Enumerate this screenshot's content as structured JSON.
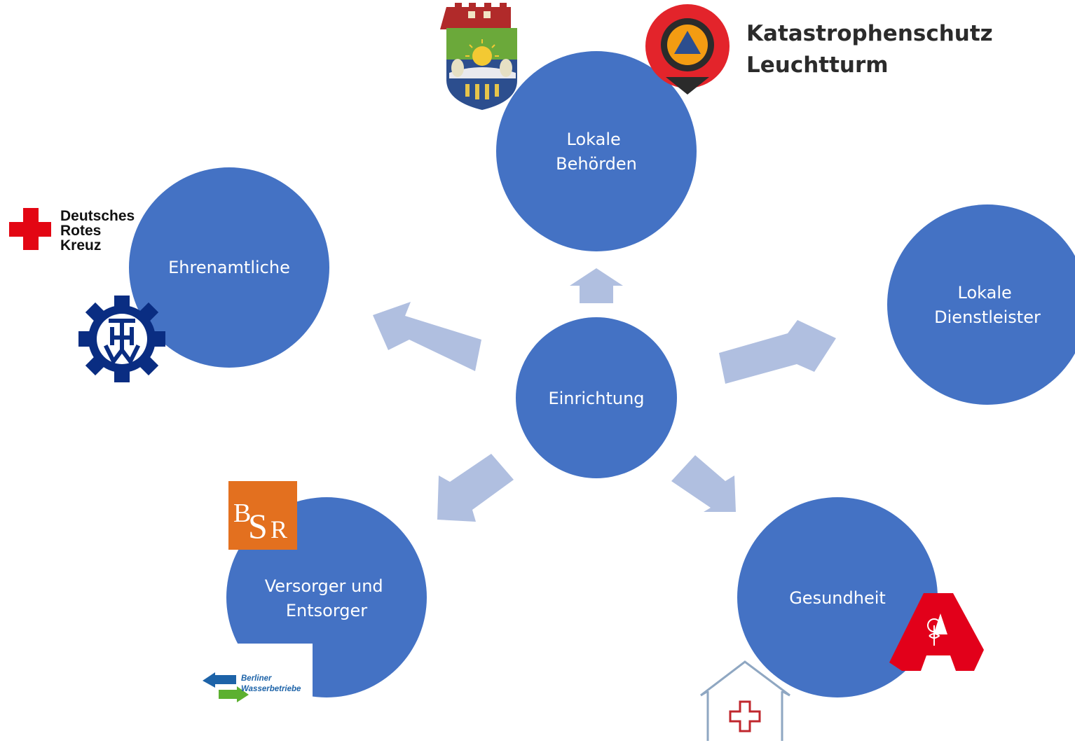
{
  "colors": {
    "node_fill": "#4472c4",
    "arrow_fill": "#b0bfe0",
    "node_text": "#ffffff",
    "drk_red": "#e30613",
    "thw_blue": "#0a2d82",
    "kat_red": "#e3242b",
    "kat_orange": "#f39c12",
    "kat_dark": "#2b2b2b",
    "bsr_orange": "#e3701f",
    "apotheke_red": "#e2001a",
    "clinic_blue": "#8fa7c2"
  },
  "diagram": {
    "center": {
      "label_lines": [
        "Einrichtung"
      ]
    },
    "nodes": [
      {
        "id": "behoerden",
        "label_lines": [
          "Lokale",
          "Behörden"
        ]
      },
      {
        "id": "ehrenamtliche",
        "label_lines": [
          "Ehrenamtliche"
        ]
      },
      {
        "id": "dienstleister",
        "label_lines": [
          "Lokale",
          "Dienstleister"
        ]
      },
      {
        "id": "versorger",
        "label_lines": [
          "Versorger und",
          "Entsorger"
        ]
      },
      {
        "id": "gesundheit",
        "label_lines": [
          "Gesundheit"
        ]
      }
    ]
  },
  "logos": {
    "drk": {
      "lines": [
        "Deutsches",
        "Rotes",
        "Kreuz"
      ],
      "icon": "red-cross-icon"
    },
    "thw": {
      "letters": "THW",
      "icon": "gear-emblem-icon"
    },
    "katastrophenschutz": {
      "lines": [
        "Katastrophenschutz",
        "Leuchtturm"
      ],
      "icon": "map-pin-triangle-icon"
    },
    "coat_of_arms": {
      "icon": "berlin-district-coat-of-arms-icon"
    },
    "bsr": {
      "text_b": "B",
      "text_s": "S",
      "text_r": "R",
      "icon": "bsr-logo"
    },
    "wasserbetriebe": {
      "lines": [
        "Berliner",
        "Wasserbetriebe"
      ],
      "icon": "double-arrow-icon"
    },
    "apotheke": {
      "icon": "pharmacy-a-icon"
    },
    "clinic": {
      "icon": "house-cross-icon"
    }
  }
}
